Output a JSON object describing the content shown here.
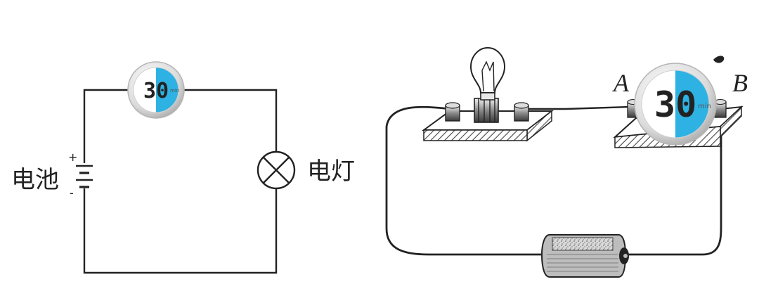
{
  "schematic": {
    "battery_label": "电池",
    "lamp_label": "电灯",
    "plus_sign": "+",
    "minus_sign": "-"
  },
  "physical": {
    "terminal_a": "A",
    "terminal_b": "B"
  },
  "timer_badges": [
    {
      "value": "30",
      "unit": "min"
    },
    {
      "value": "30",
      "unit": "min"
    }
  ],
  "colors": {
    "wire": "#222222",
    "timer_accent": "#2db2e3",
    "hatch": "#444444"
  }
}
